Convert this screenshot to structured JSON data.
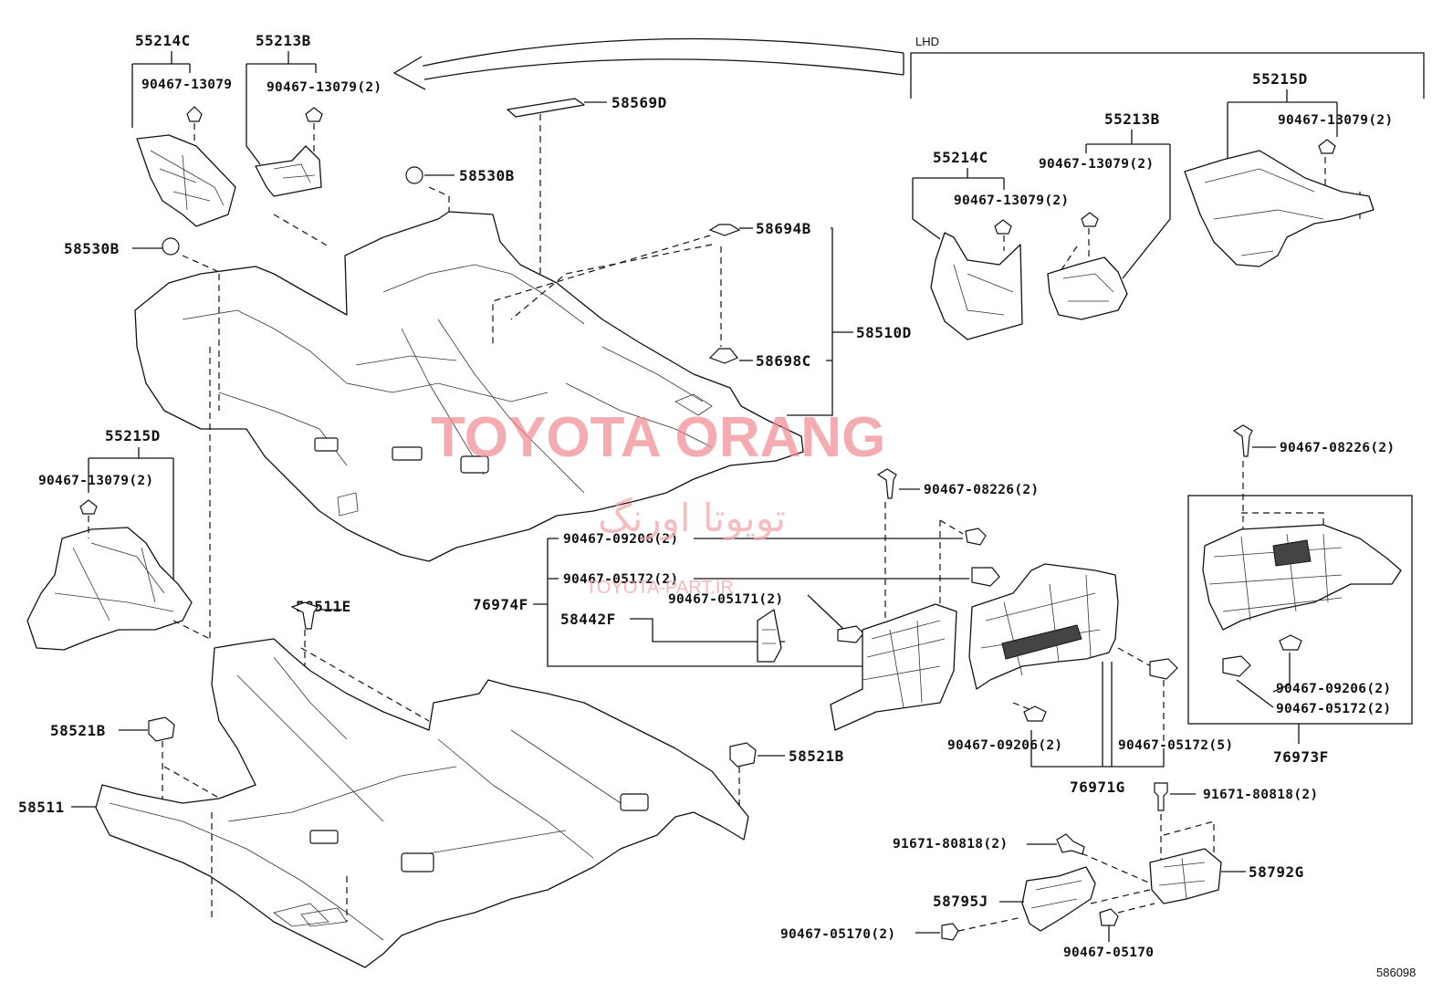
{
  "labels": {
    "lhd": "LHD",
    "p55214c_l": "55214C",
    "p55213b_l": "55213B",
    "c90467_13079_a": "90467-13079",
    "c90467_13079_b": "90467-13079(2)",
    "p58569d": "58569D",
    "p58530b_top": "58530B",
    "p58530b_left": "58530B",
    "p58694b": "58694B",
    "p58510d": "58510D",
    "p58698c": "58698C",
    "p55215d_l": "55215D",
    "c90467_13079_c": "90467-13079(2)",
    "p55215d_r": "55215D",
    "c90467_13079_d": "90467-13079(2)",
    "p55213b_r": "55213B",
    "c90467_13079_e": "90467-13079(2)",
    "p55214c_r": "55214C",
    "c90467_13079_f": "90467-13079(2)",
    "c90467_08226_a": "90467-08226(2)",
    "c90467_08226_b": "90467-08226(2)",
    "c90467_09206_a": "90467-09206(2)",
    "c90467_05172_a": "90467-05172(2)",
    "p76974f": "76974F",
    "c90467_05171": "90467-05171(2)",
    "p58442f": "58442F",
    "p58511e": "58511E",
    "p58521b_l": "58521B",
    "p58521b_r": "58521B",
    "p58511": "58511",
    "c90467_09206_b": "90467-09206(2)",
    "c90467_05172_b": "90467-05172(2)",
    "c90467_09206_c": "90467-09206(2)",
    "c90467_05172_c": "90467-05172(5)",
    "p76973f": "76973F",
    "p76971g": "76971G",
    "c91671_80818_a": "91671-80818(2)",
    "c91671_80818_b": "91671-80818(2)",
    "p58792g": "58792G",
    "p58795j": "58795J",
    "c90467_05170_a": "90467-05170(2)",
    "c90467_05170_b": "90467-05170",
    "fig": "586098"
  },
  "watermark": {
    "main": "TOYOTA ORANG",
    "persian": "تویوتا اورنگ",
    "site": "TOYOTA-PART.IR",
    "color": "#f08a8f"
  }
}
